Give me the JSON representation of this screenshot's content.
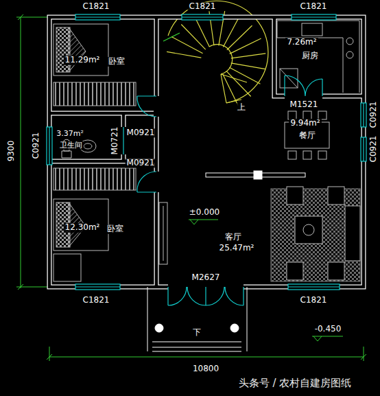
{
  "diagram": {
    "nodes": [
      {
        "text": [
          "11.29m²",
          "卧室"
        ]
      },
      {
        "text": [
          "7.26m²",
          "厨房"
        ]
      },
      {
        "text": [
          "3.37m²",
          "卫生间"
        ]
      },
      {
        "text": [
          "9.94m²",
          "餐厅"
        ]
      },
      {
        "text": [
          "12.30m²",
          "卧室"
        ]
      },
      {
        "text": [
          "客厅",
          "25.47m²"
        ]
      }
    ],
    "labels": [
      "C1821",
      "C1821",
      "C1821",
      "C0921",
      "C0921",
      "C0921",
      "M0921",
      "M0721",
      "M0921",
      "M1521",
      "上",
      "±0.000",
      "M2627",
      "C1821",
      "C1821",
      "下",
      "-0.450",
      "9300",
      "10800",
      "头条号 / 农村自建房图纸"
    ]
  }
}
